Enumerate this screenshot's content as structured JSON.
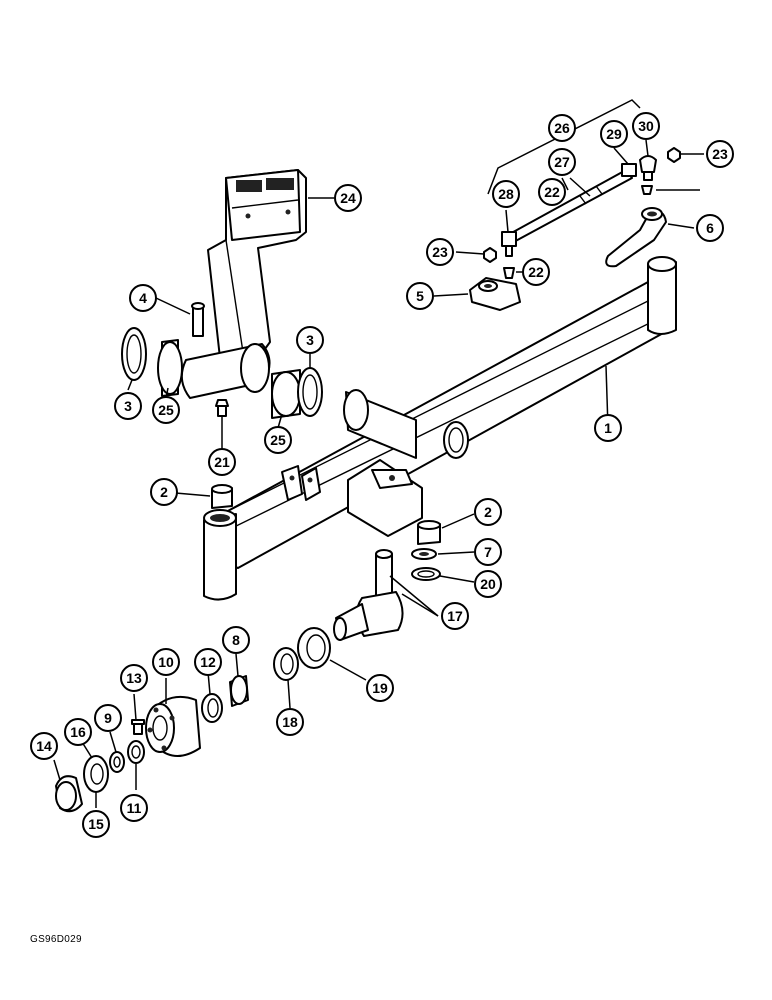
{
  "diagram_code": "GS96D029",
  "callouts": [
    {
      "label": "1",
      "part": "axle-beam"
    },
    {
      "label": "2",
      "part": "bushing"
    },
    {
      "label": "2",
      "part": "bushing"
    },
    {
      "label": "3",
      "part": "thrust-washer"
    },
    {
      "label": "3",
      "part": "thrust-washer"
    },
    {
      "label": "4",
      "part": "pivot-pin"
    },
    {
      "label": "5",
      "part": "steering-arm-clamp"
    },
    {
      "label": "6",
      "part": "steering-arm"
    },
    {
      "label": "7",
      "part": "washer"
    },
    {
      "label": "8",
      "part": "inner-bearing-cone"
    },
    {
      "label": "9",
      "part": "outer-bearing-cone"
    },
    {
      "label": "10",
      "part": "wheel-hub"
    },
    {
      "label": "11",
      "part": "outer-bearing-cup"
    },
    {
      "label": "12",
      "part": "inner-bearing-cup"
    },
    {
      "label": "13",
      "part": "wheel-bolt"
    },
    {
      "label": "14",
      "part": "hub-cap"
    },
    {
      "label": "15",
      "part": "gasket"
    },
    {
      "label": "16",
      "part": "retainer-plate"
    },
    {
      "label": "17",
      "part": "spindle"
    },
    {
      "label": "18",
      "part": "seal"
    },
    {
      "label": "19",
      "part": "dust-shield"
    },
    {
      "label": "20",
      "part": "thrust-washer"
    },
    {
      "label": "21",
      "part": "grease-fitting"
    },
    {
      "label": "22",
      "part": "dust-boot"
    },
    {
      "label": "22",
      "part": "dust-boot"
    },
    {
      "label": "23",
      "part": "nut"
    },
    {
      "label": "23",
      "part": "nut"
    },
    {
      "label": "24",
      "part": "axle-support"
    },
    {
      "label": "25",
      "part": "bushing"
    },
    {
      "label": "25",
      "part": "bushing"
    },
    {
      "label": "26",
      "part": "tie-rod-assembly"
    },
    {
      "label": "27",
      "part": "tie-rod-tube"
    },
    {
      "label": "28",
      "part": "tie-rod-end"
    },
    {
      "label": "29",
      "part": "clamp"
    },
    {
      "label": "30",
      "part": "tie-rod-end"
    }
  ]
}
